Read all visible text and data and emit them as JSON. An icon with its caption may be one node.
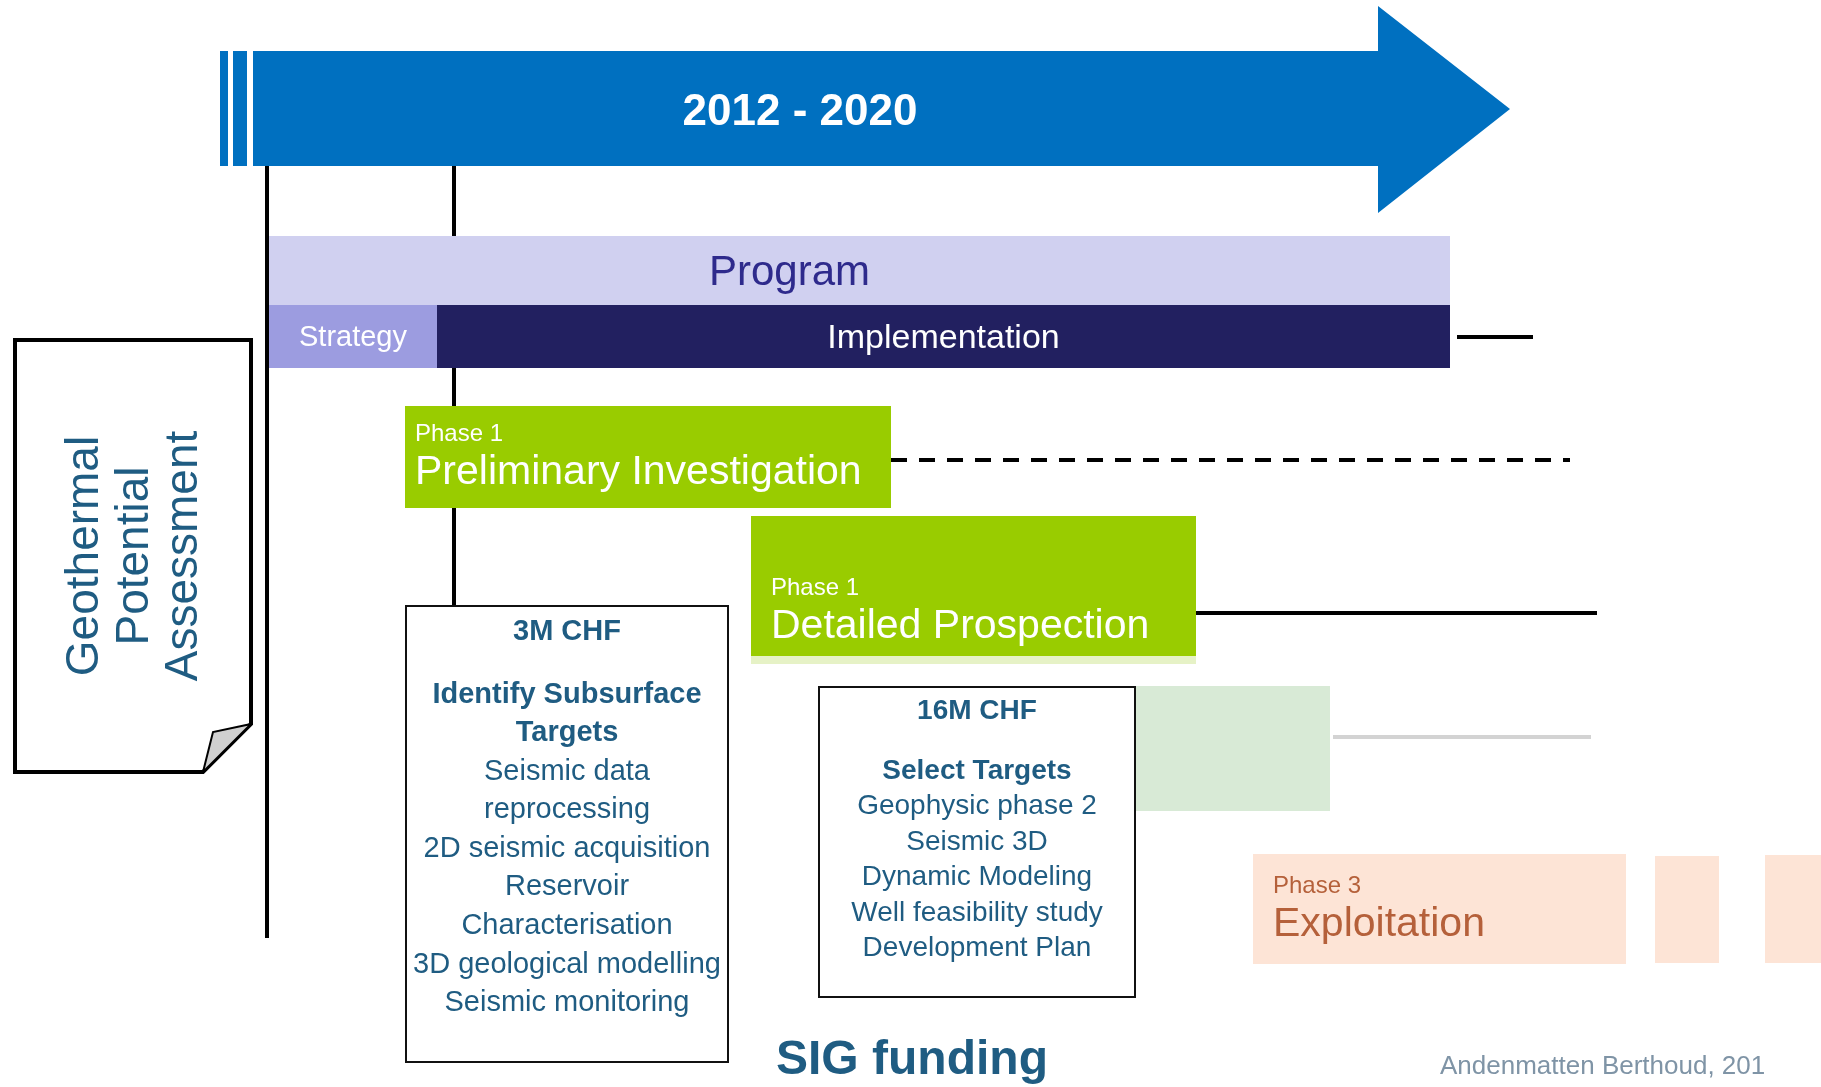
{
  "diagram": {
    "nodes": [
      {
        "text": [
          "2012 - 2020"
        ]
      },
      {
        "text": [
          "Program"
        ]
      },
      {
        "text": [
          "Strategy"
        ]
      },
      {
        "text": [
          "Implementation"
        ]
      },
      {
        "text": [
          "Geothermal Potential Assessment"
        ]
      },
      {
        "text": [
          "Phase 1",
          "Preliminary Investigation"
        ]
      },
      {
        "text": [
          "Phase 1",
          "Detailed Prospection"
        ]
      },
      {
        "text": [],
        "shape": "box"
      },
      {
        "text": [
          "3M CHF",
          "Identify Subsurface Targets",
          "Seismic data reprocessing",
          "2D seismic acquisition",
          "Reservoir Characterisation",
          "3D geological modelling",
          "Seismic monitoring"
        ]
      },
      {
        "text": [
          "16M CHF",
          "Select Targets",
          "Geophysic phase 2",
          "Seismic 3D",
          "Dynamic Modeling",
          "Well feasibility study",
          "Development Plan"
        ]
      },
      {
        "text": [
          "Phase 3",
          "Exploitation"
        ]
      },
      {
        "text": [],
        "shape": "box"
      },
      {
        "text": [],
        "shape": "box"
      }
    ],
    "edges": [
      {
        "from": 0,
        "to": 1,
        "arrow": "none"
      },
      {
        "from": 3,
        "to": 5,
        "arrow": "none"
      },
      {
        "from": 5,
        "to": 8,
        "arrow": "none"
      },
      {
        "from": 3,
        "to": null,
        "arrow": "none"
      },
      {
        "from": 5,
        "to": null,
        "arrow": "none",
        "style": "dashed"
      },
      {
        "from": 6,
        "to": null,
        "arrow": "none"
      },
      {
        "from": 7,
        "to": null,
        "arrow": "none",
        "color": "#d3d3d3"
      },
      {
        "from": 0,
        "to": null,
        "arrow": "none"
      }
    ],
    "labels": [
      "SIG funding",
      "Andenmatten Berthoud, 201"
    ]
  }
}
